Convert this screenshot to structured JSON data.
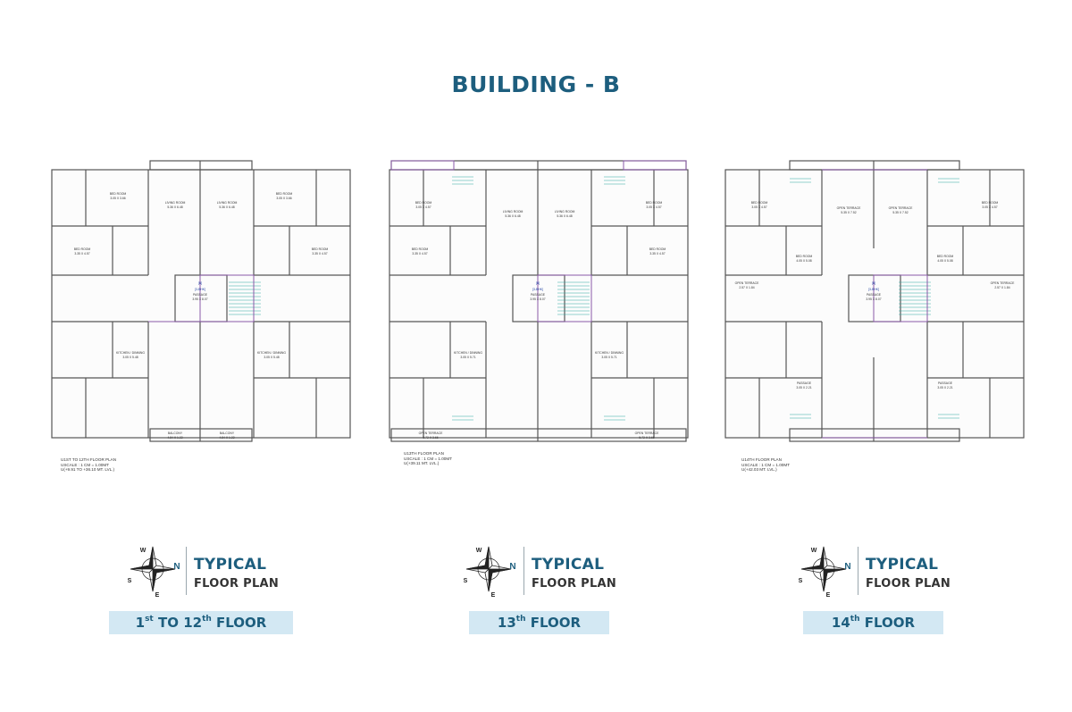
{
  "title": "BUILDING - B",
  "colors": {
    "accent": "#1d5e7e",
    "band": "#d3e8f3",
    "wall": "#555555",
    "stair": "#2aa8a0",
    "purple": "#8a5aa8"
  },
  "plans": [
    {
      "caption": [
        "U1ST TO 12TH FLOOR PLAN",
        "USCALE : 1 CM = 1.00MT",
        "U(+9.91 TO +36.10 MT. LVL.)"
      ],
      "center": [
        "[B]",
        "[3-BHK]",
        "PASSAGE",
        "3.95 X 8.07"
      ],
      "rooms": [
        {
          "n": "LIVING ROOM",
          "d": "5.36 X 6.48"
        },
        {
          "n": "LIVING ROOM",
          "d": "5.36 X 6.48"
        },
        {
          "n": "BED ROOM",
          "d": "3.05 X 3.66"
        },
        {
          "n": "BED ROOM",
          "d": "3.05 X 3.66"
        },
        {
          "n": "BED ROOM",
          "d": "3.35 X 4.57"
        },
        {
          "n": "BED ROOM",
          "d": "3.35 X 4.57"
        },
        {
          "n": "KITCHEN / DINNING",
          "d": "3.05 X 5.48"
        },
        {
          "n": "KITCHEN / DINNING",
          "d": "3.05 X 5.48"
        },
        {
          "n": "BALCONY",
          "d": "4.84 X 1.22"
        },
        {
          "n": "BALCONY",
          "d": "4.84 X 1.22"
        }
      ],
      "compass": [
        "W",
        "N",
        "S",
        "E"
      ],
      "typical": "TYPICAL",
      "floor_plan": "FLOOR PLAN",
      "band": {
        "a": "1",
        "a_sup": "st",
        "b": "TO 12",
        "b_sup": "th",
        "c": "FLOOR"
      }
    },
    {
      "caption": [
        "U13TH FLOOR PLAN",
        "USCALE : 1 CM = 1.00MT",
        "U(+39.11 MT. LVL.)"
      ],
      "center": [
        "[B]",
        "[3-BHK]",
        "PASSAGE",
        "3.95 X 8.07"
      ],
      "rooms": [
        {
          "n": "LIVING ROOM",
          "d": "5.36 X 6.48"
        },
        {
          "n": "LIVING ROOM",
          "d": "5.36 X 6.48"
        },
        {
          "n": "BED ROOM",
          "d": "3.05 X 4.57"
        },
        {
          "n": "BED ROOM",
          "d": "3.05 X 4.57"
        },
        {
          "n": "BED ROOM",
          "d": "3.35 X 4.57"
        },
        {
          "n": "BED ROOM",
          "d": "3.35 X 4.57"
        },
        {
          "n": "KITCHEN / DINNING",
          "d": "3.05 X 5.71"
        },
        {
          "n": "KITCHEN / DINNING",
          "d": "3.05 X 5.71"
        },
        {
          "n": "OPEN TERRACE",
          "d": "5.72 X 3.66"
        },
        {
          "n": "OPEN TERRACE",
          "d": "5.72 X 3.66"
        }
      ],
      "compass": [
        "W",
        "N",
        "S",
        "E"
      ],
      "typical": "TYPICAL",
      "floor_plan": "FLOOR PLAN",
      "band": {
        "a": "13",
        "a_sup": "th",
        "b": "",
        "b_sup": "",
        "c": "FLOOR"
      }
    },
    {
      "caption": [
        "U14TH FLOOR PLAN",
        "USCALE : 1 CM = 1.00MT",
        "U(+42.03 MT. LVL.)"
      ],
      "center": [
        "[B]",
        "[3-BHK]",
        "PASSAGE",
        "3.95 X 8.07"
      ],
      "rooms": [
        {
          "n": "OPEN TERRACE",
          "d": "5.35 X 7.52"
        },
        {
          "n": "OPEN TERRACE",
          "d": "5.35 X 7.52"
        },
        {
          "n": "BED ROOM",
          "d": "3.05 X 4.57"
        },
        {
          "n": "BED ROOM",
          "d": "3.05 X 4.57"
        },
        {
          "n": "BED ROOM",
          "d": "4.05 X 5.08"
        },
        {
          "n": "BED ROOM",
          "d": "4.05 X 5.08"
        },
        {
          "n": "PASSAGE",
          "d": "3.05 X 2.21"
        },
        {
          "n": "PASSAGE",
          "d": "3.05 X 2.21"
        },
        {
          "n": "OPEN TERRACE",
          "d": "2.57 X 1.84"
        },
        {
          "n": "OPEN TERRACE",
          "d": "2.57 X 1.84"
        }
      ],
      "compass": [
        "W",
        "N",
        "S",
        "E"
      ],
      "typical": "TYPICAL",
      "floor_plan": "FLOOR PLAN",
      "band": {
        "a": "14",
        "a_sup": "th",
        "b": "",
        "b_sup": "",
        "c": "FLOOR"
      }
    }
  ]
}
